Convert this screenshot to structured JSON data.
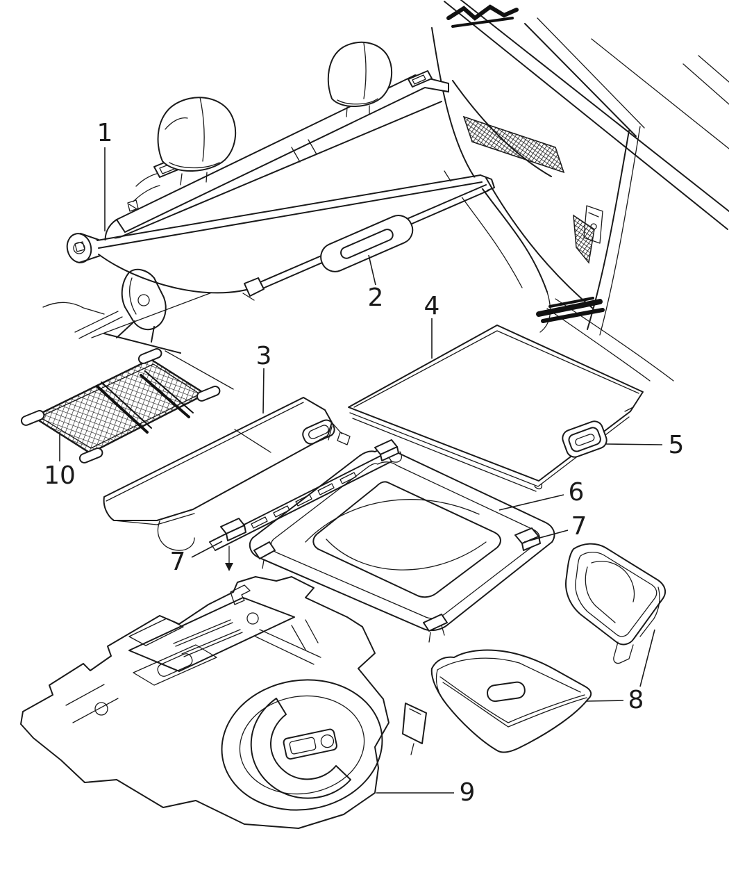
{
  "diagram": {
    "background_color": "#ffffff",
    "line_color": "#1a1a1a",
    "callouts": [
      {
        "label": "1"
      },
      {
        "label": "2"
      },
      {
        "label": "3"
      },
      {
        "label": "4"
      },
      {
        "label": "5"
      },
      {
        "label": "6"
      },
      {
        "label": "7"
      },
      {
        "label": "7"
      },
      {
        "label": "8"
      },
      {
        "label": "9"
      },
      {
        "label": "10"
      }
    ]
  }
}
